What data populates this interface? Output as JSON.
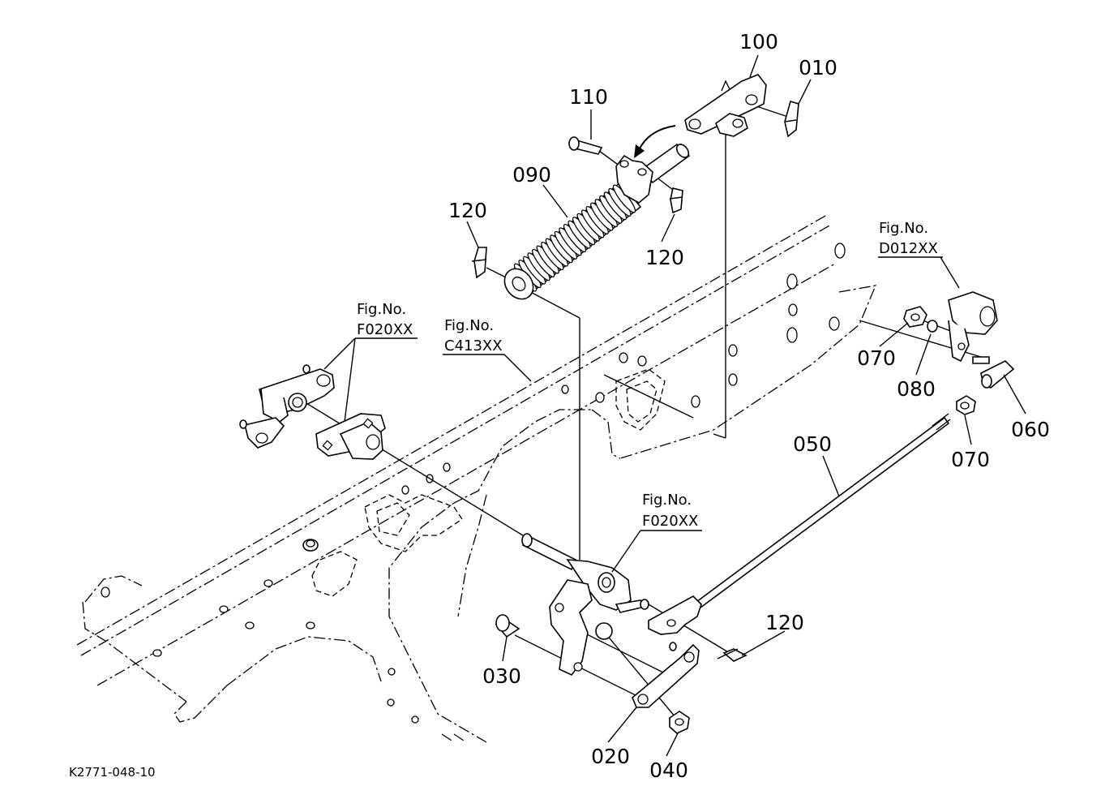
{
  "diagram_code": "K2771-048-10",
  "callouts": {
    "c100": "100",
    "c010": "010",
    "c110": "110",
    "c090": "090",
    "c120a": "120",
    "c120b": "120",
    "c120c": "120",
    "c070a": "070",
    "c080": "080",
    "c060": "060",
    "c070b": "070",
    "c050": "050",
    "c030": "030",
    "c020": "020",
    "c040": "040"
  },
  "fig_refs": {
    "d012": {
      "caption": "Fig.No.",
      "code": "D012XX"
    },
    "f020a": {
      "caption": "Fig.No.",
      "code": "F020XX"
    },
    "c413": {
      "caption": "Fig.No.",
      "code": "C413XX"
    },
    "f020b": {
      "caption": "Fig.No.",
      "code": "F020XX"
    }
  }
}
